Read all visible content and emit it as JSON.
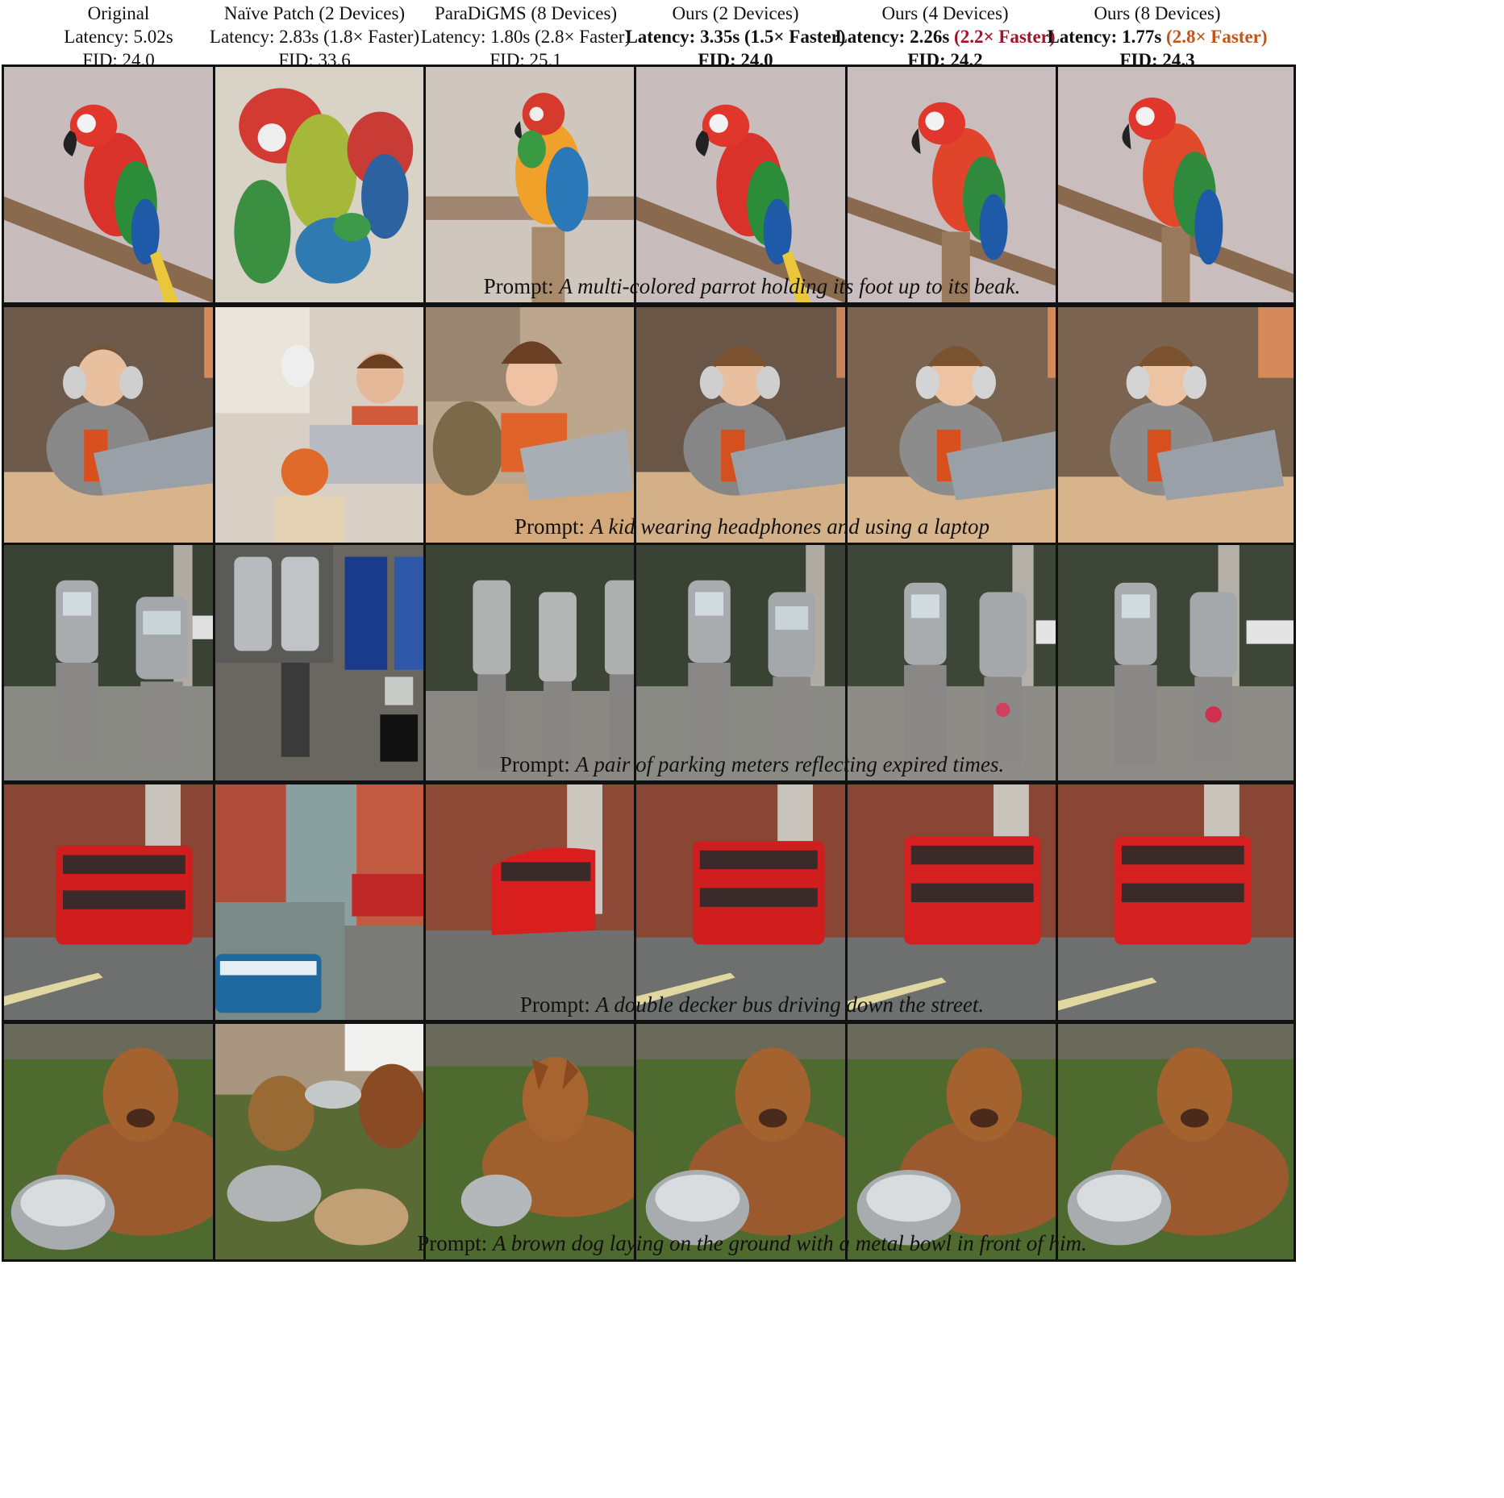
{
  "columns": [
    {
      "title": "Original",
      "latency_label": "Latency: 5.02s",
      "speedup": "",
      "fid": "FID: 24.0",
      "bold": false
    },
    {
      "title": "Naïve Patch (2 Devices)",
      "latency_label": "Latency: 2.83s (1.8× Faster)",
      "speedup": "",
      "fid": "FID: 33.6",
      "bold": false
    },
    {
      "title": "ParaDiGMS (8 Devices)",
      "latency_label": "Latency: 1.80s (2.8× Faster)",
      "speedup": "",
      "fid": "FID: 25.1",
      "bold": false
    },
    {
      "title": "Ours (2 Devices)",
      "latency_label": "Latency: 3.35s (1.5× Faster)",
      "speedup": "",
      "fid": "FID: 24.0",
      "bold": true
    },
    {
      "title": "Ours (4 Devices)",
      "latency_label": "Latency: 2.26s",
      "speedup": "(2.2× Faster)",
      "fid": "FID: 24.2",
      "bold": true
    },
    {
      "title": "Ours (8 Devices)",
      "latency_label": "Latency: 1.77s",
      "speedup": "(2.8× Faster)",
      "fid": "FID: 24.3",
      "bold": true
    }
  ],
  "rows": [
    {
      "prompt_label": "Prompt:",
      "prompt_text": "A multi-colored parrot holding its foot up to its beak."
    },
    {
      "prompt_label": "Prompt:",
      "prompt_text": "A kid wearing headphones and using a laptop"
    },
    {
      "prompt_label": "Prompt:",
      "prompt_text": "A pair of parking meters reflecting expired times."
    },
    {
      "prompt_label": "Prompt:",
      "prompt_text": "A double decker bus driving down the street."
    },
    {
      "prompt_label": "Prompt:",
      "prompt_text": "A brown dog laying on the ground with a metal bowl in front of him."
    }
  ],
  "colors": {
    "speedup_4_devices": "#a0142a",
    "speedup_8_devices": "#c0561a",
    "frame": "#111111"
  }
}
